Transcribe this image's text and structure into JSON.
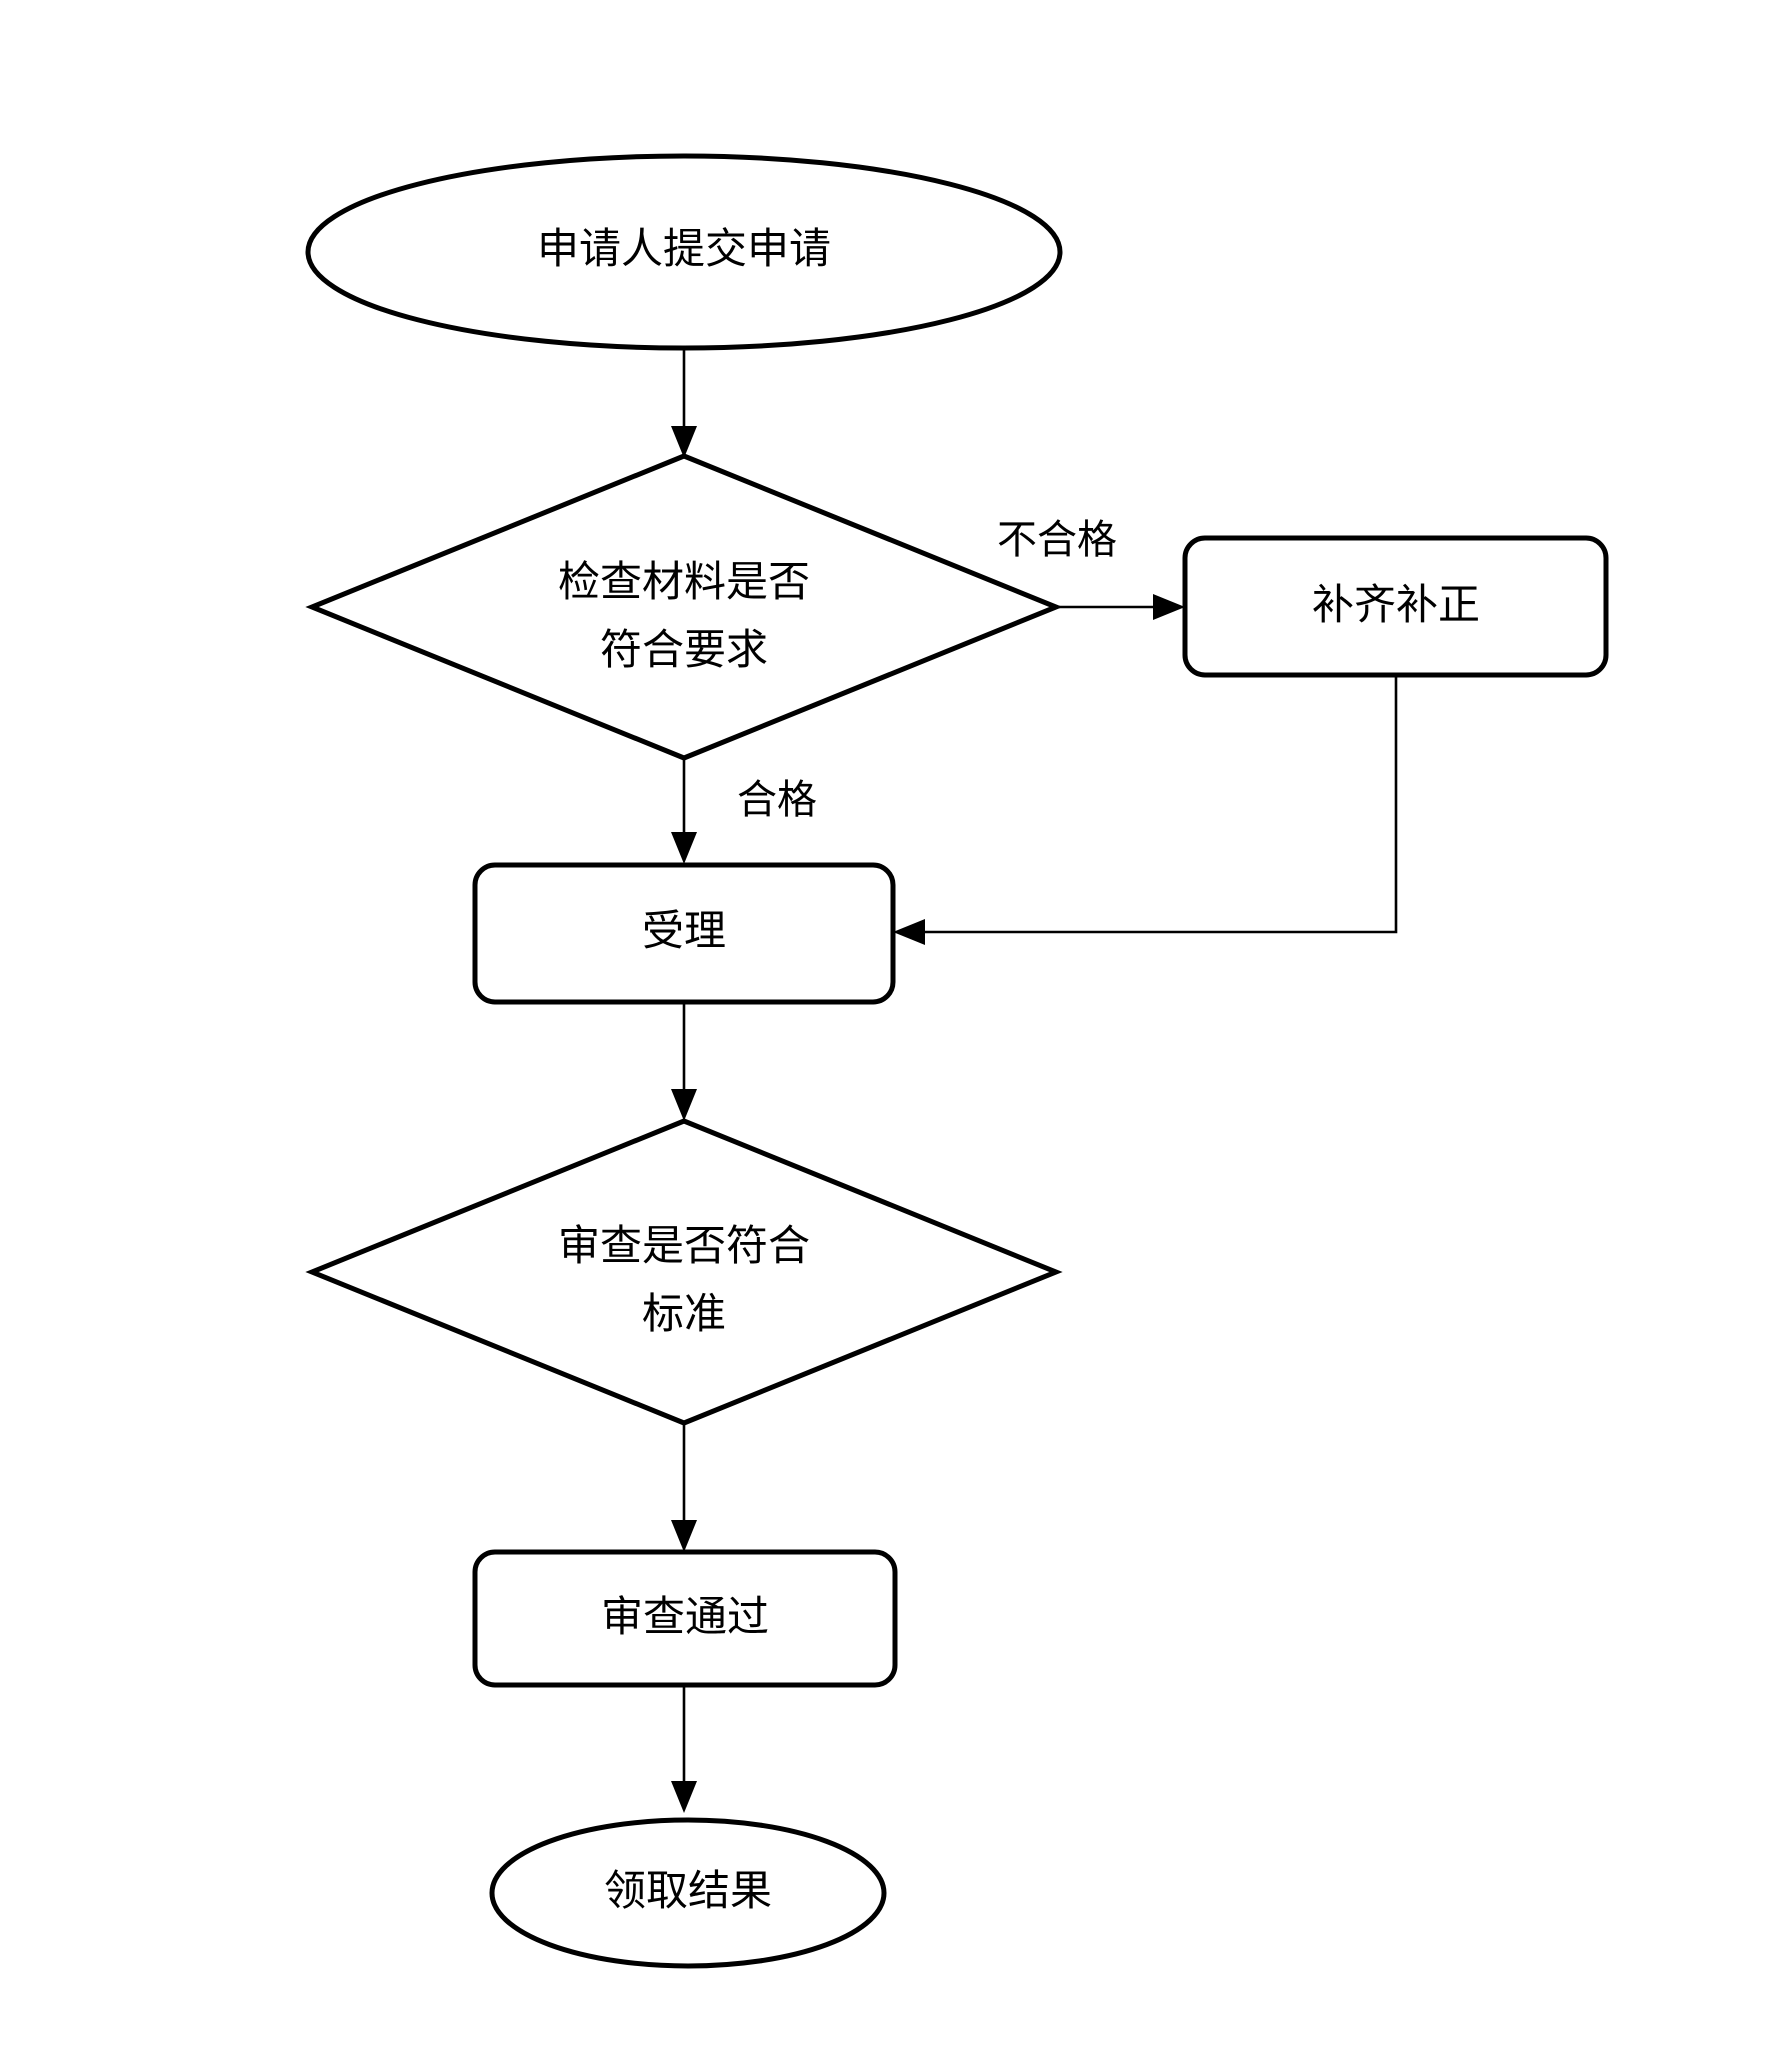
{
  "page": {
    "background": "#ffffff"
  },
  "diagram": {
    "type": "flowchart",
    "stroke_color": "#000000",
    "fill_color": "#ffffff",
    "nodes": {
      "start": {
        "shape": "ellipse",
        "label": "申请人提交申请"
      },
      "check": {
        "shape": "decision",
        "label": "检查材料是否符合要求",
        "line1": "检查材料是否",
        "line2": "符合要求"
      },
      "supplement": {
        "shape": "process",
        "label": "补齐补正"
      },
      "accept": {
        "shape": "process",
        "label": "受理"
      },
      "review": {
        "shape": "decision",
        "label": "审查是否符合标准",
        "line1": "审查是否符合",
        "line2": "标准"
      },
      "passed": {
        "shape": "process",
        "label": "审查通过"
      },
      "end": {
        "shape": "ellipse",
        "label": "领取结果"
      }
    },
    "edges": [
      {
        "from": "start",
        "to": "check",
        "label": ""
      },
      {
        "from": "check",
        "to": "supplement",
        "label": "不合格"
      },
      {
        "from": "check",
        "to": "accept",
        "label": "合格"
      },
      {
        "from": "supplement",
        "to": "accept",
        "label": ""
      },
      {
        "from": "accept",
        "to": "review",
        "label": ""
      },
      {
        "from": "review",
        "to": "passed",
        "label": ""
      },
      {
        "from": "passed",
        "to": "end",
        "label": ""
      }
    ]
  }
}
